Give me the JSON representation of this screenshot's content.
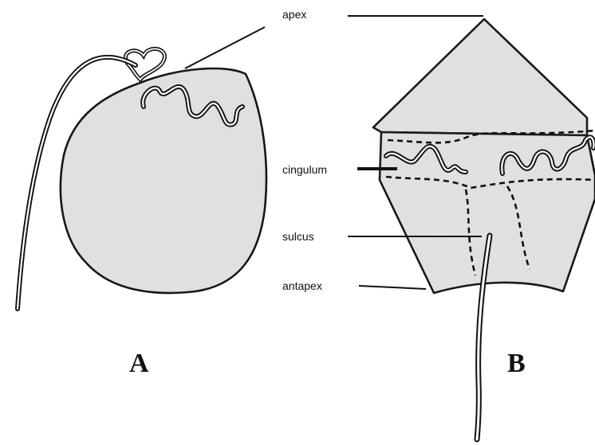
{
  "figure": {
    "panel_a_letter": "A",
    "panel_b_letter": "B",
    "labels": {
      "apex": "apex",
      "cingulum": "cingulum",
      "sulcus": "sulcus",
      "antapex": "antapex"
    }
  },
  "colors": {
    "cell_fill": "#e3e3e3",
    "outline": "#111111",
    "background": "#ffffff"
  }
}
